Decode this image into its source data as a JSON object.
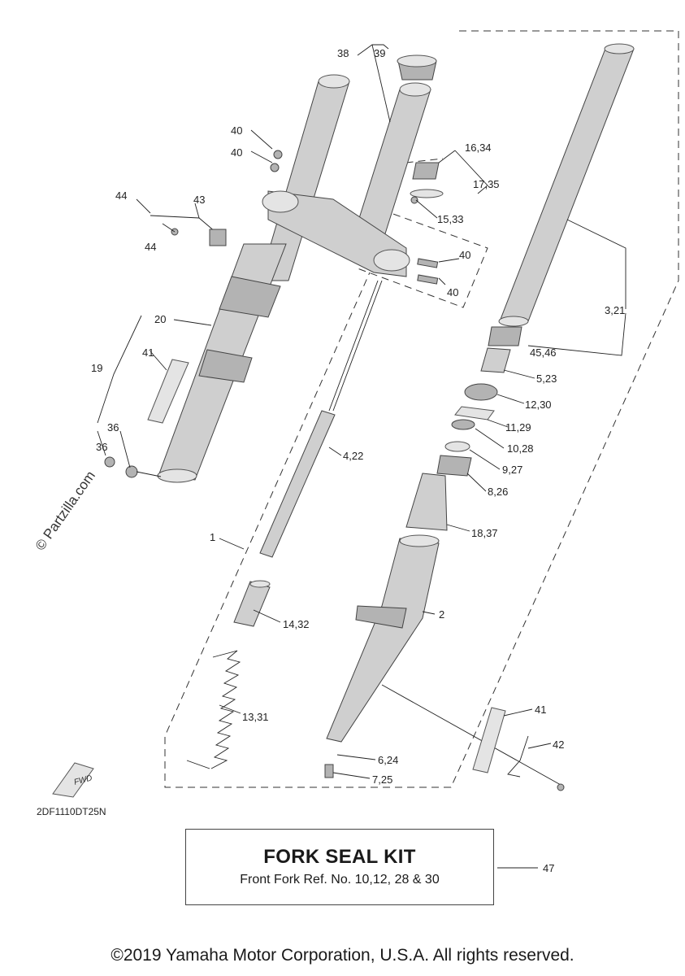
{
  "watermark": "© Partzilla.com",
  "diagram_code": "2DF1110DT25N",
  "fwd_mark": "FWD",
  "callouts": {
    "c1": "1",
    "c2": "2",
    "c3_21": "3,21",
    "c4_22": "4,22",
    "c5_23": "5,23",
    "c6_24": "6,24",
    "c7_25": "7,25",
    "c8_26": "8,26",
    "c9_27": "9,27",
    "c10_28": "10,28",
    "c11_29": "11,29",
    "c12_30": "12,30",
    "c13_31": "13,31",
    "c14_32": "14,32",
    "c15_33": "15,33",
    "c16_34": "16,34",
    "c17_35": "17,35",
    "c18_37": "18,37",
    "c19": "19",
    "c20": "20",
    "c36a": "36",
    "c36b": "36",
    "c38": "38",
    "c39": "39",
    "c40a": "40",
    "c40b": "40",
    "c40c": "40",
    "c40d": "40",
    "c41a": "41",
    "c41b": "41",
    "c42": "42",
    "c43": "43",
    "c44a": "44",
    "c44b": "44",
    "c45_46": "45,46",
    "c47": "47"
  },
  "kit": {
    "title": "FORK SEAL KIT",
    "subtitle": "Front Fork Ref. No. 10,12, 28 & 30"
  },
  "copyright": "©2019 Yamaha Motor Corporation, U.S.A. All rights reserved."
}
